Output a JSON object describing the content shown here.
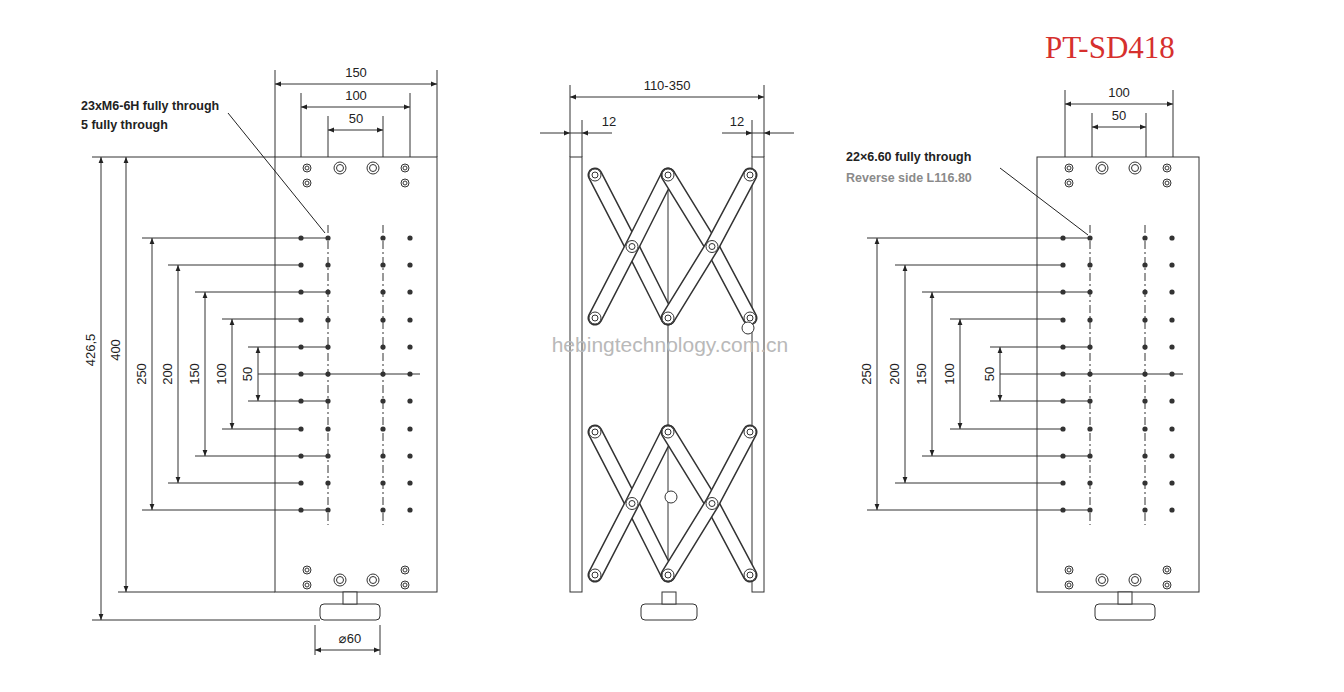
{
  "diagram": {
    "title": "PT-SD418",
    "labels": [
      "150",
      "100",
      "50",
      "23xM6-6H fully through",
      "5 fully through",
      "426,5",
      "400",
      "250",
      "200",
      "150",
      "100",
      "50",
      "⌀60",
      "110-350",
      "12",
      "12",
      "hebingtechnology.com.cn",
      "100",
      "50",
      "22×6.60 fully through",
      "Reverse side L116.80",
      "250",
      "200",
      "150",
      "100",
      "50"
    ]
  }
}
